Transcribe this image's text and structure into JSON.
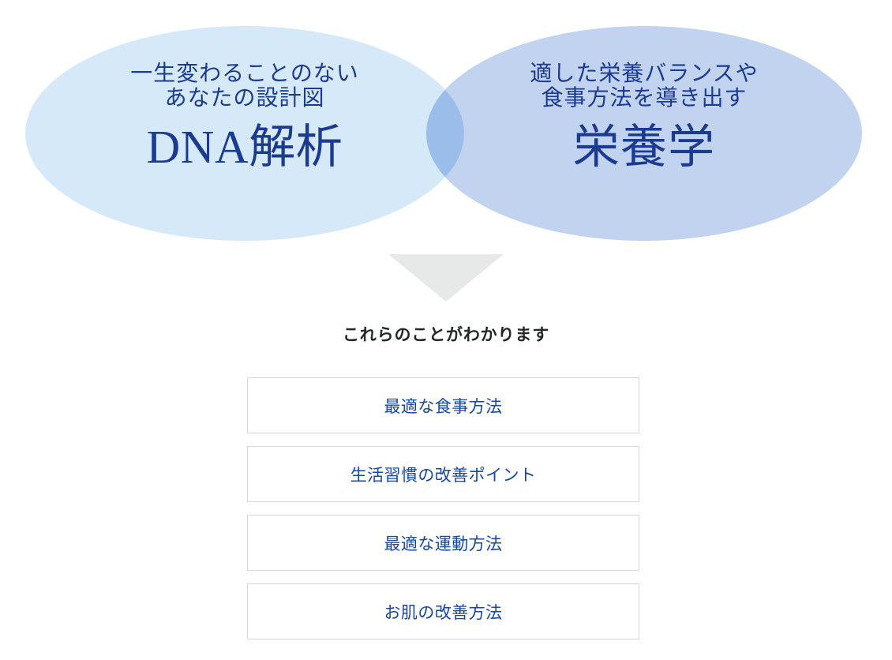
{
  "venn": {
    "left": {
      "fill_color": "#d6e9f8",
      "subtitle_lines": [
        "一生変わることのない",
        "あなたの設計図"
      ],
      "title": "DNA解析"
    },
    "right": {
      "fill_color": "#c2d3ef",
      "subtitle_lines": [
        "適した栄養バランスや",
        "食事方法を導き出す"
      ],
      "title": "栄養学"
    },
    "overlap_color": "#9bbdea",
    "text_color": "#1b3a91"
  },
  "arrow": {
    "icon": "triangle-down-icon",
    "color": "#e7e8e8"
  },
  "results": {
    "heading": "これらのことがわかります",
    "heading_color": "#23272b",
    "item_text_color": "#17479e",
    "item_border_color": "#d7d7d7",
    "items": [
      {
        "label": "最適な食事方法"
      },
      {
        "label": "生活習慣の改善ポイント"
      },
      {
        "label": "最適な運動方法"
      },
      {
        "label": "お肌の改善方法"
      }
    ]
  }
}
